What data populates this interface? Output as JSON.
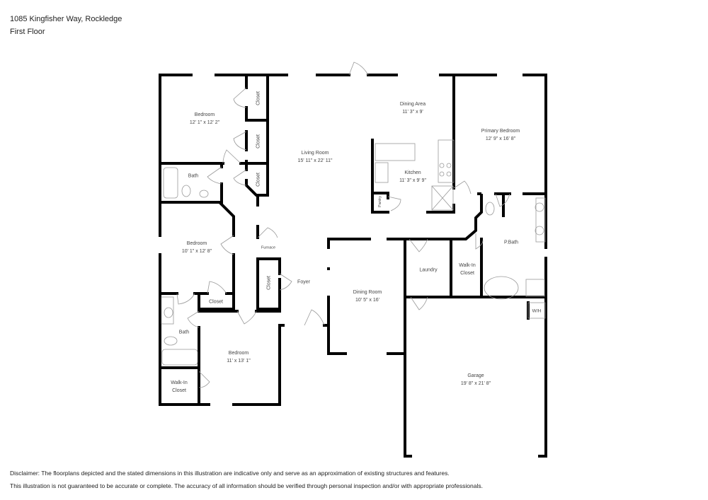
{
  "header": {
    "address": "1085 Kingfisher Way, Rockledge",
    "floor": "First Floor"
  },
  "rooms": {
    "bedroom1": {
      "name": "Bedroom",
      "dim": "12' 1\" x 12' 2\""
    },
    "living": {
      "name": "Living Room",
      "dim": "15' 11\" x 22' 11\""
    },
    "dining_area": {
      "name": "Dining Area",
      "dim": "11' 3\" x 9'"
    },
    "kitchen": {
      "name": "Kitchen",
      "dim": "11' 3\" x 9' 9\""
    },
    "primary": {
      "name": "Primary Bedroom",
      "dim": "12' 9\" x 16' 8\""
    },
    "bath1": {
      "name": "Bath"
    },
    "bedroom2": {
      "name": "Bedroom",
      "dim": "10' 1\" x 12' 8\""
    },
    "pbath": {
      "name": "P.Bath"
    },
    "laundry": {
      "name": "Laundry"
    },
    "walkin1": {
      "name": "Walk-In\nCloset",
      "line1": "Walk-In",
      "line2": "Closet"
    },
    "foyer": {
      "name": "Foyer"
    },
    "dining_room": {
      "name": "Dining Room",
      "dim": "10' 5\" x 16'"
    },
    "closet_small": {
      "name": "Closet"
    },
    "bath2": {
      "name": "Bath"
    },
    "bedroom3": {
      "name": "Bedroom",
      "dim": "11' x 13' 1\""
    },
    "walkin2": {
      "line1": "Walk-In",
      "line2": "Closet"
    },
    "garage": {
      "name": "Garage",
      "dim": "19' 8\" x 21' 8\""
    },
    "wh": {
      "name": "W/H"
    },
    "furnace": {
      "name": "Furnace"
    },
    "pantry": {
      "name": "Pantry"
    },
    "closet_v1": {
      "name": "Closet"
    },
    "closet_v2": {
      "name": "Closet"
    },
    "closet_v3": {
      "name": "Closet"
    },
    "closet_v4": {
      "name": "Closet"
    }
  },
  "disclaimer": {
    "line1": "Disclaimer: The floorplans depicted and the stated dimensions in this illustration are indicative only and serve as an approximation of existing structures and features.",
    "line2": "This illustration is not guaranteed to be accurate or complete. The accuracy of all information should be verified through personal inspection and/or with appropriate professionals."
  },
  "colors": {
    "wall": "#000000",
    "fixture": "#888888",
    "text": "#444444"
  }
}
